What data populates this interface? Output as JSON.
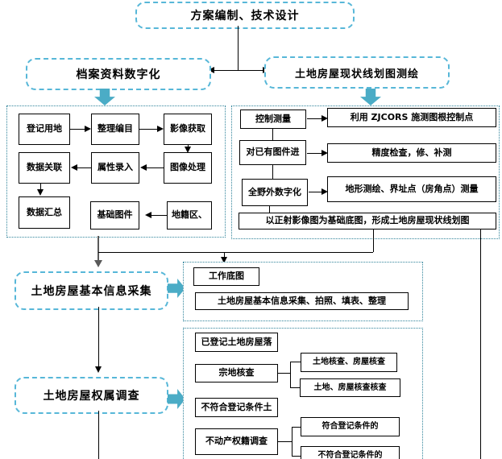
{
  "colors": {
    "dashed_node_border": "#57b7d8",
    "panel_border": "#31849b",
    "block_arrow": "#4bacc6",
    "connector": "#000000",
    "gray_connector": "#595959"
  },
  "top_box": "方案编制、技术设计",
  "branch_left": "档案资料数字化",
  "branch_right": "土地房屋现状线划图测绘",
  "digitize_panel": {
    "register_land": "登记用地",
    "catalog": "整理编目",
    "image_acquire": "影像获取",
    "data_link": "数据关联",
    "attr_entry": "属性录入",
    "image_process": "图像处理",
    "data_summary": "数据汇总",
    "base_maps": "基础图件",
    "cadastral_zone": "地籍区、"
  },
  "survey_panel": {
    "control_survey": "控制测量",
    "zjcors": "利用 ZJCORS 施测图根控制点",
    "existing_maps": "对已有图件进",
    "precision_check": "精度检查，修、补测",
    "field_digitize": "全野外数字化",
    "terrain_survey": "地形测绘、界址点（房角点）测量",
    "ortho_base": "以正射影像图为基础底图，形成土地房屋现状线划图"
  },
  "info_collect": "土地房屋基本信息采集",
  "collect_panel": {
    "work_base_map": "工作底图",
    "collect_detail": "土地房屋基本信息采集、拍照、填表、整理"
  },
  "ownership_survey": "土地房屋权属调查",
  "ownership_panel": {
    "registered": "已登记土地房屋落",
    "parcel_check": "宗地核查",
    "parcel_children": [
      "土地核查、房屋核查",
      "土地、房屋核查核查"
    ],
    "not_qualified": "不符合登记条件土",
    "estate_survey": "不动产权籍调查",
    "estate_children": [
      "符合登记条件的",
      "不符合登记条件的"
    ]
  }
}
